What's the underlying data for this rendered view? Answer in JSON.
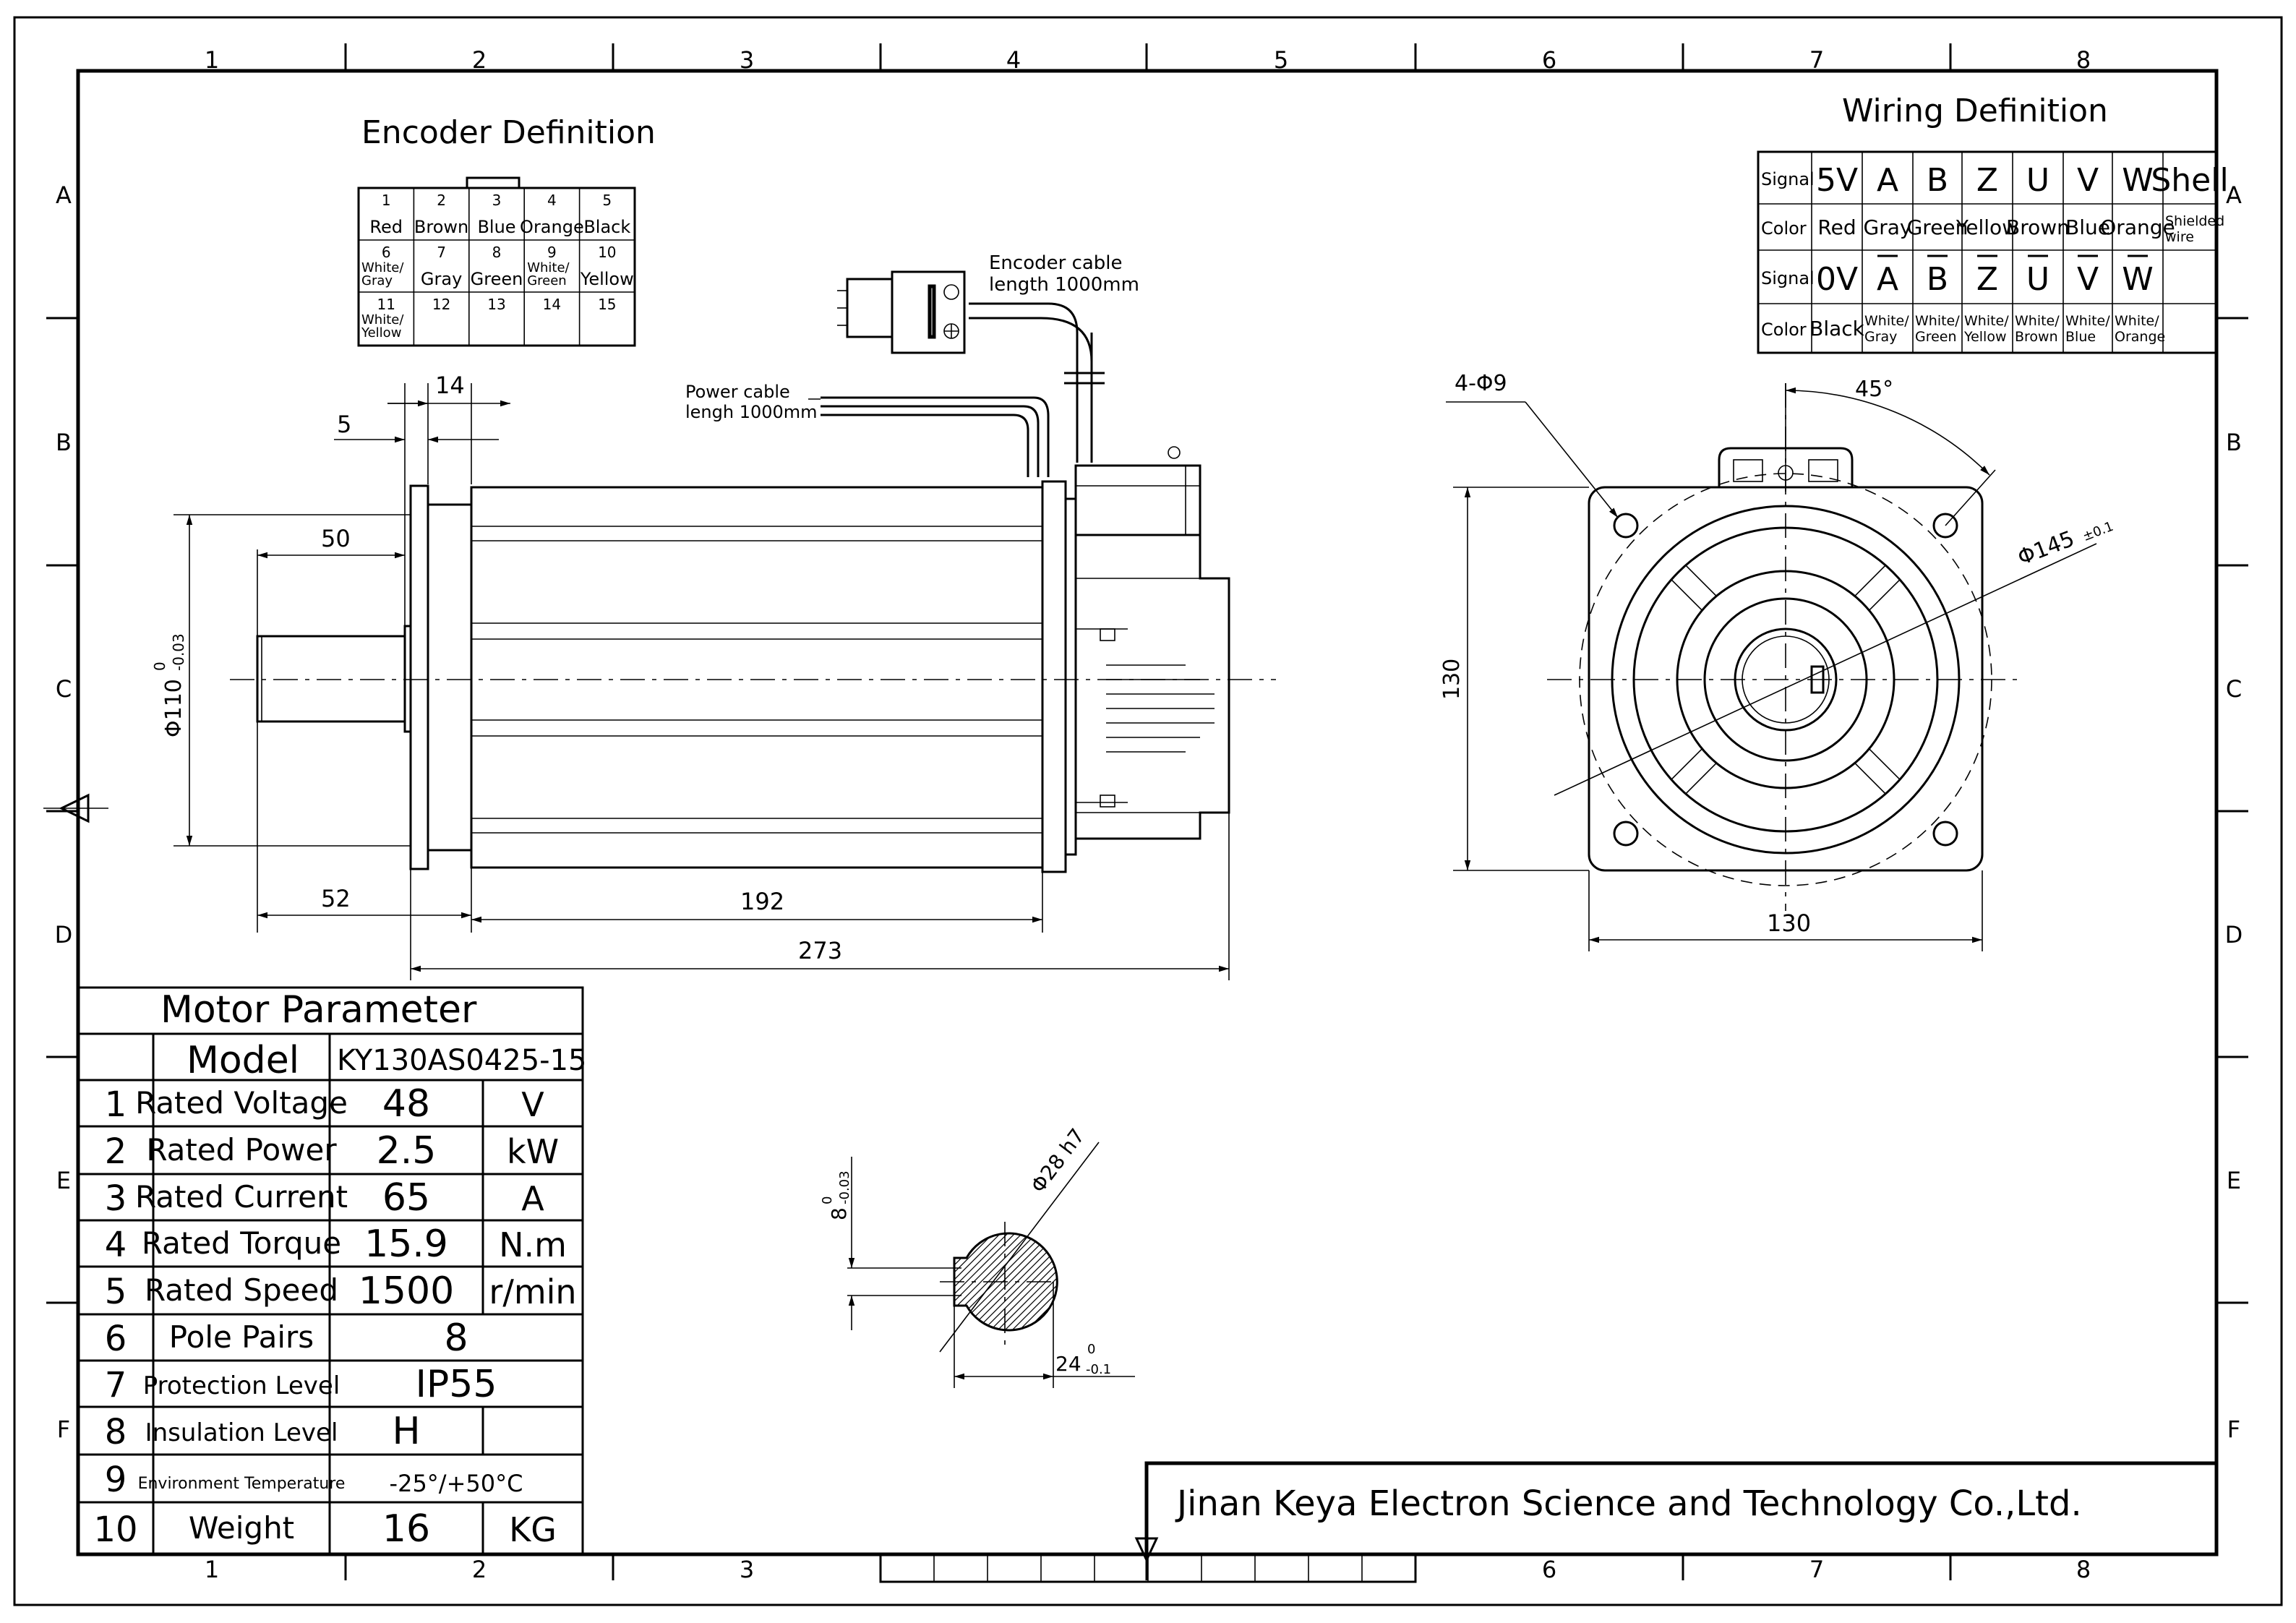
{
  "frame": {
    "col_labels": [
      "1",
      "2",
      "3",
      "4",
      "5",
      "6",
      "7",
      "8"
    ],
    "row_labels": [
      "A",
      "B",
      "C",
      "D",
      "E",
      "F"
    ]
  },
  "encoder": {
    "title": "Encoder Definition",
    "pins": [
      {
        "num": "1",
        "color": "Red"
      },
      {
        "num": "2",
        "color": "Brown"
      },
      {
        "num": "3",
        "color": "Blue"
      },
      {
        "num": "4",
        "color": "Orange"
      },
      {
        "num": "5",
        "color": "Black"
      },
      {
        "num": "6",
        "color": "White/\nGray"
      },
      {
        "num": "7",
        "color": "Gray"
      },
      {
        "num": "8",
        "color": "Green"
      },
      {
        "num": "9",
        "color": "White/\nGreen"
      },
      {
        "num": "10",
        "color": "Yellow"
      },
      {
        "num": "11",
        "color": "White/\nYellow"
      },
      {
        "num": "12",
        "color": ""
      },
      {
        "num": "13",
        "color": ""
      },
      {
        "num": "14",
        "color": ""
      },
      {
        "num": "15",
        "color": ""
      }
    ]
  },
  "wiring": {
    "title": "Wiring Definition",
    "row1_signal": [
      "Signal",
      "5V",
      "A",
      "B",
      "Z",
      "U",
      "V",
      "W",
      "Shell"
    ],
    "row1_color": [
      "Color",
      "Red",
      "Gray",
      "Green",
      "Yellow",
      "Brown",
      "Blue",
      "Orange",
      "Shielded\nwire"
    ],
    "row2_signal": [
      "Signal",
      "0V",
      "A",
      "B",
      "Z",
      "U",
      "V",
      "W"
    ],
    "row2_color": [
      "Color",
      "Black",
      "White/\nGray",
      "White/\nGreen",
      "White/\nYellow",
      "White/\nBrown",
      "White/\nBlue",
      "White/\nOrange"
    ]
  },
  "side_view": {
    "encoder_cable": "Encoder cable\nlength 1000mm",
    "power_cable": "Power cable\nlengh 1000mm",
    "dims": {
      "d14": "14",
      "d5": "5",
      "d50": "50",
      "d52": "52",
      "d192": "192",
      "d273": "273",
      "phi110": "Φ110",
      "phi110_tol_upper": "0",
      "phi110_tol_lower": "-0.03"
    }
  },
  "front_view": {
    "holes": "4-Φ9",
    "angle": "45°",
    "pcd": "Φ145",
    "pcd_tol": "±0.1",
    "height": "130",
    "width": "130"
  },
  "shaft_section": {
    "diameter": "Φ28 h7",
    "key_width": "8",
    "key_width_tol_upper": "0",
    "key_width_tol_lower": "-0.03",
    "depth": "24",
    "depth_tol_upper": "0",
    "depth_tol_lower": "-0.1"
  },
  "params": {
    "title": "Motor Parameter",
    "model_label": "Model",
    "model_value": "KY130AS0425-15",
    "rows": [
      {
        "idx": "1",
        "name": "Rated Voltage",
        "value": "48",
        "unit": "V"
      },
      {
        "idx": "2",
        "name": "Rated Power",
        "value": "2.5",
        "unit": "kW"
      },
      {
        "idx": "3",
        "name": "Rated Current",
        "value": "65",
        "unit": "A"
      },
      {
        "idx": "4",
        "name": "Rated Torque",
        "value": "15.9",
        "unit": "N.m"
      },
      {
        "idx": "5",
        "name": "Rated Speed",
        "value": "1500",
        "unit": "r/min"
      },
      {
        "idx": "6",
        "name": "Pole Pairs",
        "value": "8",
        "unit": ""
      },
      {
        "idx": "7",
        "name": "Protection Level",
        "value": "IP55",
        "unit": ""
      },
      {
        "idx": "8",
        "name": "Insulation Level",
        "value": "H",
        "unit": ""
      },
      {
        "idx": "9",
        "name": "Environment Temperature",
        "value": "-25°/+50°C",
        "unit": ""
      },
      {
        "idx": "10",
        "name": "Weight",
        "value": "16",
        "unit": "KG"
      }
    ]
  },
  "company": "Jinan Keya Electron Science and Technology Co.,Ltd."
}
